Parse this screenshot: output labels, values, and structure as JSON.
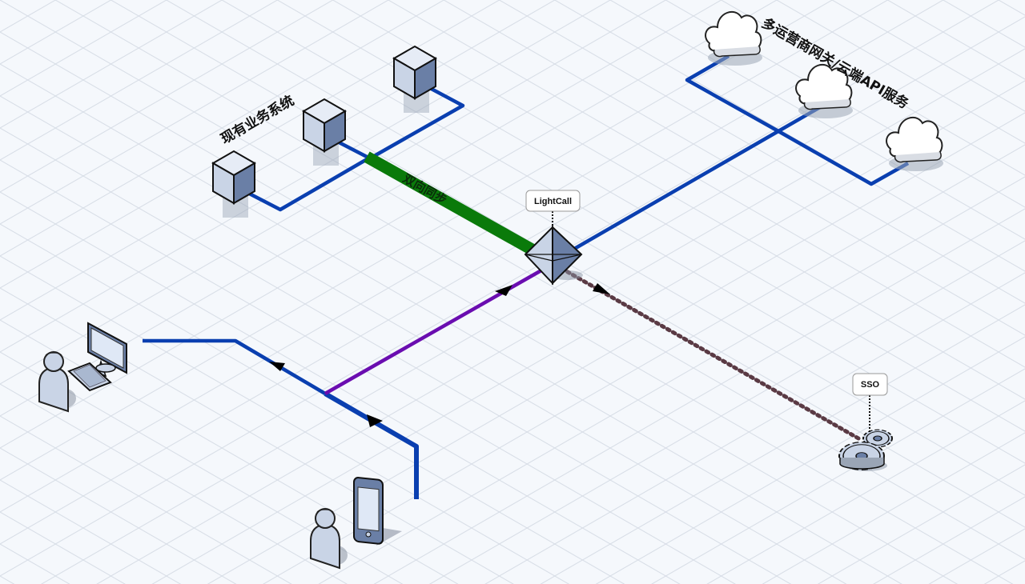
{
  "labels": {
    "legacy_systems": "现有业务系统",
    "cloud_services": "多运营商网关/云端API服务",
    "bidirectional_sync": "双向同步"
  },
  "callouts": {
    "hub": "LightCall",
    "auth": "SSO"
  },
  "colors": {
    "background": "#f5f8fc",
    "grid": "#d7dde6",
    "link": "#0a3fb0",
    "sync_link": "#0a7a0a",
    "client_link": "#6a0db0",
    "sso_link": "#5a3a44",
    "node_face": "#c9d4e6",
    "node_dark": "#6a7fa6"
  },
  "icons": {
    "server": "server-cube-icon",
    "cloud": "cloud-icon",
    "hub": "octahedron-hub-icon",
    "desktop_user": "desktop-user-icon",
    "mobile_user": "mobile-user-icon",
    "gears": "gears-icon"
  }
}
